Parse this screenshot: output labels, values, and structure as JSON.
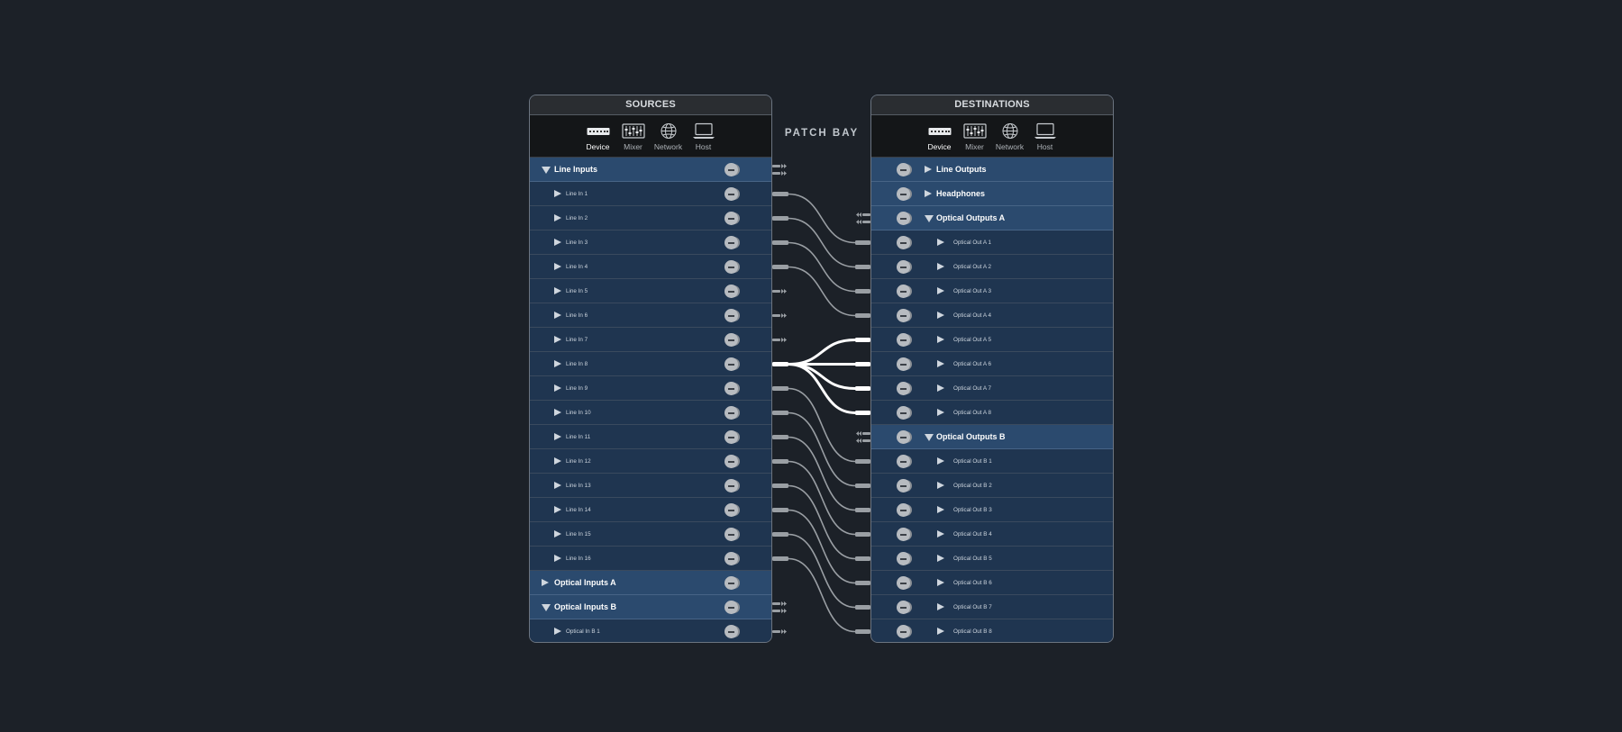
{
  "patch_bay_title": "PATCH BAY",
  "colors": {
    "background": "#1c2128",
    "group_row": "#2b4a6e",
    "item_row": "#1f3550",
    "cable": "#9a9fa4",
    "cable_active": "#ffffff"
  },
  "sources": {
    "title": "SOURCES",
    "tabs": [
      {
        "label": "Device",
        "icon": "device-icon",
        "active": true
      },
      {
        "label": "Mixer",
        "icon": "mixer-icon",
        "active": false
      },
      {
        "label": "Network",
        "icon": "globe-icon",
        "active": false
      },
      {
        "label": "Host",
        "icon": "laptop-icon",
        "active": false
      }
    ],
    "rows": [
      {
        "kind": "group",
        "label": "Line Inputs",
        "expanded": true
      },
      {
        "kind": "item",
        "label": "Line In 1"
      },
      {
        "kind": "item",
        "label": "Line In 2"
      },
      {
        "kind": "item",
        "label": "Line In 3"
      },
      {
        "kind": "item",
        "label": "Line In 4"
      },
      {
        "kind": "item",
        "label": "Line In 5"
      },
      {
        "kind": "item",
        "label": "Line In 6"
      },
      {
        "kind": "item",
        "label": "Line In 7"
      },
      {
        "kind": "item",
        "label": "Line In 8"
      },
      {
        "kind": "item",
        "label": "Line In 9"
      },
      {
        "kind": "item",
        "label": "Line In 10"
      },
      {
        "kind": "item",
        "label": "Line In 11"
      },
      {
        "kind": "item",
        "label": "Line In 12"
      },
      {
        "kind": "item",
        "label": "Line In 13"
      },
      {
        "kind": "item",
        "label": "Line In 14"
      },
      {
        "kind": "item",
        "label": "Line In 15"
      },
      {
        "kind": "item",
        "label": "Line In 16"
      },
      {
        "kind": "group",
        "label": "Optical Inputs A",
        "expanded": false
      },
      {
        "kind": "group",
        "label": "Optical Inputs B",
        "expanded": true
      },
      {
        "kind": "item",
        "label": "Optical In B 1"
      }
    ]
  },
  "destinations": {
    "title": "DESTINATIONS",
    "tabs": [
      {
        "label": "Device",
        "icon": "device-icon",
        "active": true
      },
      {
        "label": "Mixer",
        "icon": "mixer-icon",
        "active": false
      },
      {
        "label": "Network",
        "icon": "globe-icon",
        "active": false
      },
      {
        "label": "Host",
        "icon": "laptop-icon",
        "active": false
      }
    ],
    "rows": [
      {
        "kind": "group",
        "label": "Line Outputs",
        "expanded": false
      },
      {
        "kind": "group",
        "label": "Headphones",
        "expanded": false
      },
      {
        "kind": "group",
        "label": "Optical Outputs A",
        "expanded": true
      },
      {
        "kind": "item",
        "label": "Optical Out A 1"
      },
      {
        "kind": "item",
        "label": "Optical Out A 2"
      },
      {
        "kind": "item",
        "label": "Optical Out A 3"
      },
      {
        "kind": "item",
        "label": "Optical Out A 4"
      },
      {
        "kind": "item",
        "label": "Optical Out A 5"
      },
      {
        "kind": "item",
        "label": "Optical Out A 6"
      },
      {
        "kind": "item",
        "label": "Optical Out A 7"
      },
      {
        "kind": "item",
        "label": "Optical Out A 8"
      },
      {
        "kind": "group",
        "label": "Optical Outputs B",
        "expanded": true
      },
      {
        "kind": "item",
        "label": "Optical Out B 1"
      },
      {
        "kind": "item",
        "label": "Optical Out B 2"
      },
      {
        "kind": "item",
        "label": "Optical Out B 3"
      },
      {
        "kind": "item",
        "label": "Optical Out B 4"
      },
      {
        "kind": "item",
        "label": "Optical Out B 5"
      },
      {
        "kind": "item",
        "label": "Optical Out B 6"
      },
      {
        "kind": "item",
        "label": "Optical Out B 7"
      },
      {
        "kind": "item",
        "label": "Optical Out B 8"
      }
    ]
  },
  "connections": [
    {
      "source": "Line In 1",
      "destination": "Optical Out A 1",
      "active": false
    },
    {
      "source": "Line In 2",
      "destination": "Optical Out A 2",
      "active": false
    },
    {
      "source": "Line In 3",
      "destination": "Optical Out A 3",
      "active": false
    },
    {
      "source": "Line In 4",
      "destination": "Optical Out A 4",
      "active": false
    },
    {
      "source": "Line In 8",
      "destination": "Optical Out A 5",
      "active": true
    },
    {
      "source": "Line In 8",
      "destination": "Optical Out A 6",
      "active": true
    },
    {
      "source": "Line In 8",
      "destination": "Optical Out A 7",
      "active": true
    },
    {
      "source": "Line In 8",
      "destination": "Optical Out A 8",
      "active": true
    },
    {
      "source": "Line In 9",
      "destination": "Optical Out B 1",
      "active": false
    },
    {
      "source": "Line In 10",
      "destination": "Optical Out B 2",
      "active": false
    },
    {
      "source": "Line In 11",
      "destination": "Optical Out B 3",
      "active": false
    },
    {
      "source": "Line In 12",
      "destination": "Optical Out B 4",
      "active": false
    },
    {
      "source": "Line In 13",
      "destination": "Optical Out B 5",
      "active": false
    },
    {
      "source": "Line In 14",
      "destination": "Optical Out B 6",
      "active": false
    },
    {
      "source": "Line In 15",
      "destination": "Optical Out B 7",
      "active": false
    },
    {
      "source": "Line In 16",
      "destination": "Optical Out B 8",
      "active": false
    }
  ],
  "unpatched_sources": [
    "Line In 5",
    "Line In 6",
    "Line In 7",
    "Optical In B 1"
  ]
}
